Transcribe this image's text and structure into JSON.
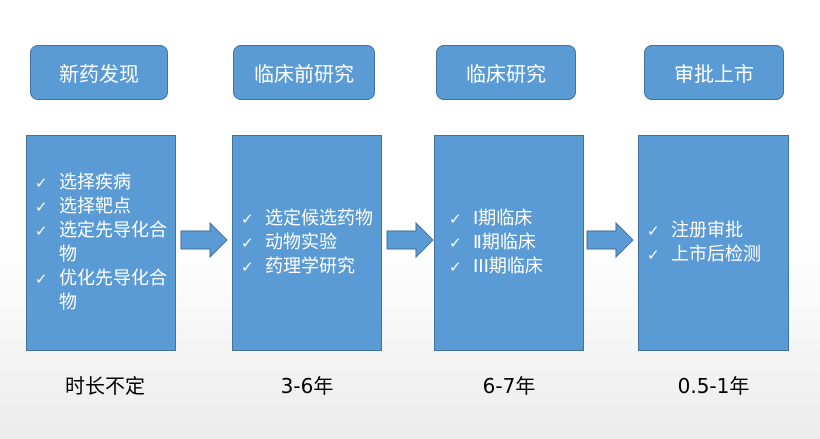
{
  "stages": [
    {
      "title": "新药发现",
      "items": [
        "选择疾病",
        "选择靶点",
        "选定先导化合物",
        "优化先导化合物"
      ],
      "duration": "时长不定"
    },
    {
      "title": "临床前研究",
      "items": [
        "选定候选药物",
        "动物实验",
        "药理学研究"
      ],
      "duration": "3-6年"
    },
    {
      "title": "临床研究",
      "items": [
        "Ⅰ期临床",
        "Ⅱ期临床",
        "III期临床"
      ],
      "duration": "6-7年"
    },
    {
      "title": "审批上市",
      "items": [
        "注册审批",
        "上市后检测"
      ],
      "duration": "0.5-1年"
    }
  ],
  "icons": {
    "bullet": "check-icon",
    "connector": "arrow-right-icon"
  },
  "colors": {
    "box_fill": "#5b9bd5",
    "box_border": "#41719c",
    "text_on_box": "#ffffff"
  },
  "check_glyph": "✓"
}
